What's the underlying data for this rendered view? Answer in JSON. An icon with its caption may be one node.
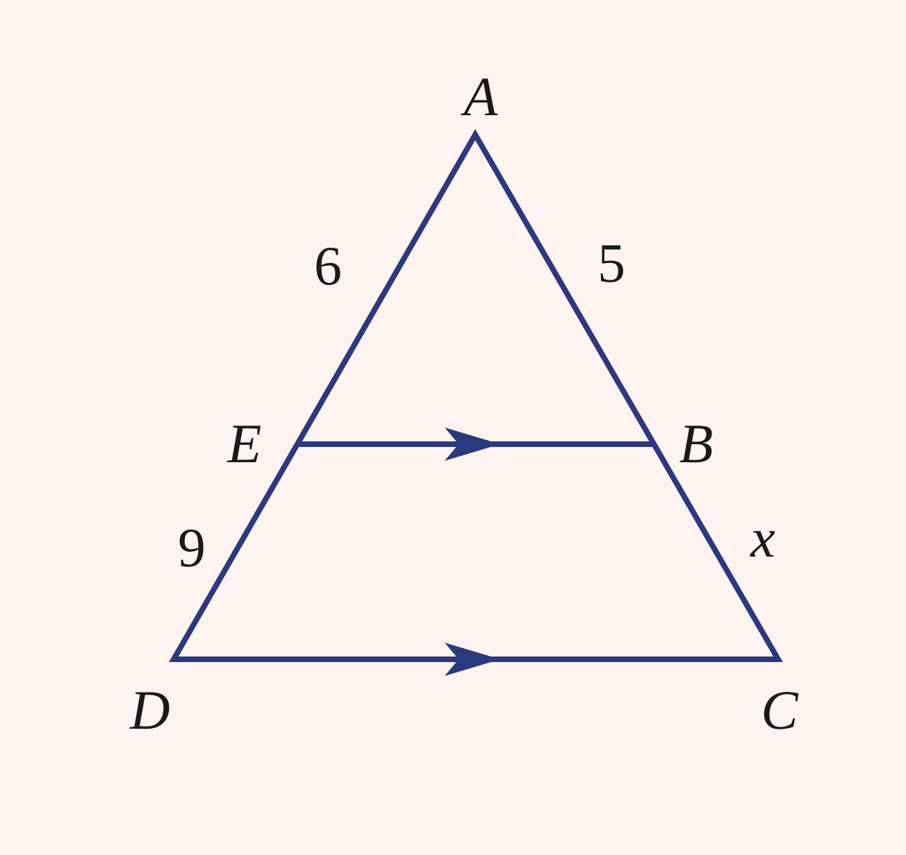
{
  "diagram": {
    "labels": [
      "A",
      "6",
      "5",
      "E",
      "B",
      "9",
      "x",
      "D",
      "C"
    ]
  }
}
